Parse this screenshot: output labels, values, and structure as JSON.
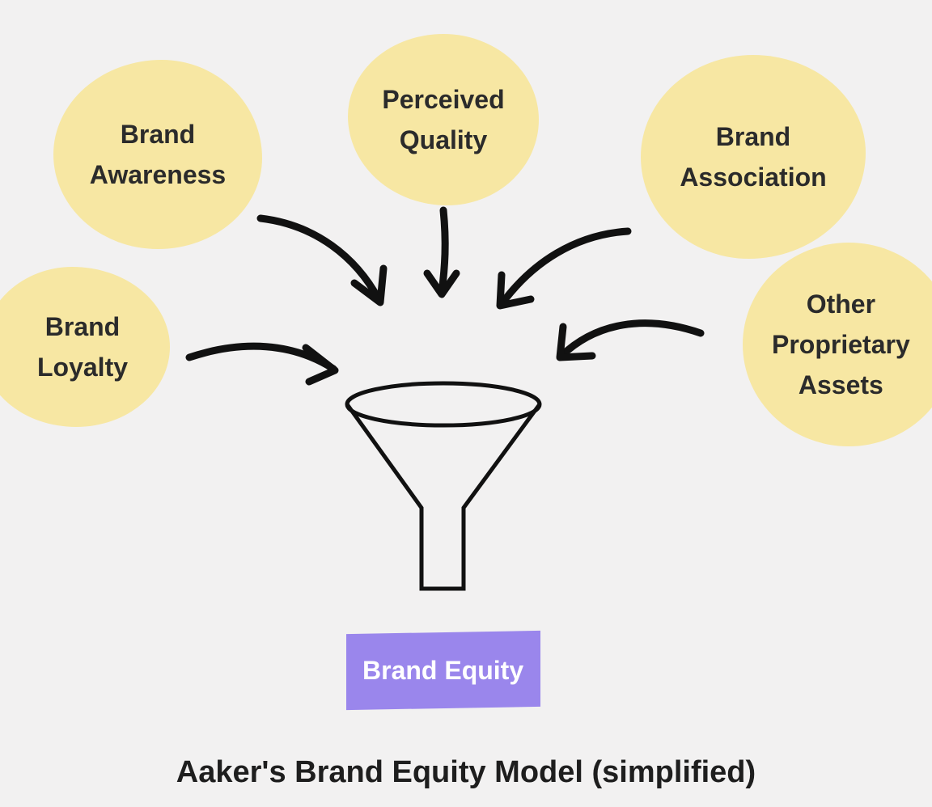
{
  "nodes": {
    "brand_awareness": "Brand\nAwareness",
    "perceived_quality": "Perceived\nQuality",
    "brand_association": "Brand\nAssociation",
    "brand_loyalty": "Brand\nLoyalty",
    "other_assets": "Other\nProprietary\nAssets"
  },
  "result": "Brand Equity",
  "caption": "Aaker's Brand Equity Model (simplified)",
  "colors": {
    "background": "#f2f1f1",
    "node_fill": "#f7e7a3",
    "result_fill": "#9a86ec",
    "ink": "#111111"
  },
  "icons": [
    "funnel-icon",
    "arrow-icon"
  ]
}
